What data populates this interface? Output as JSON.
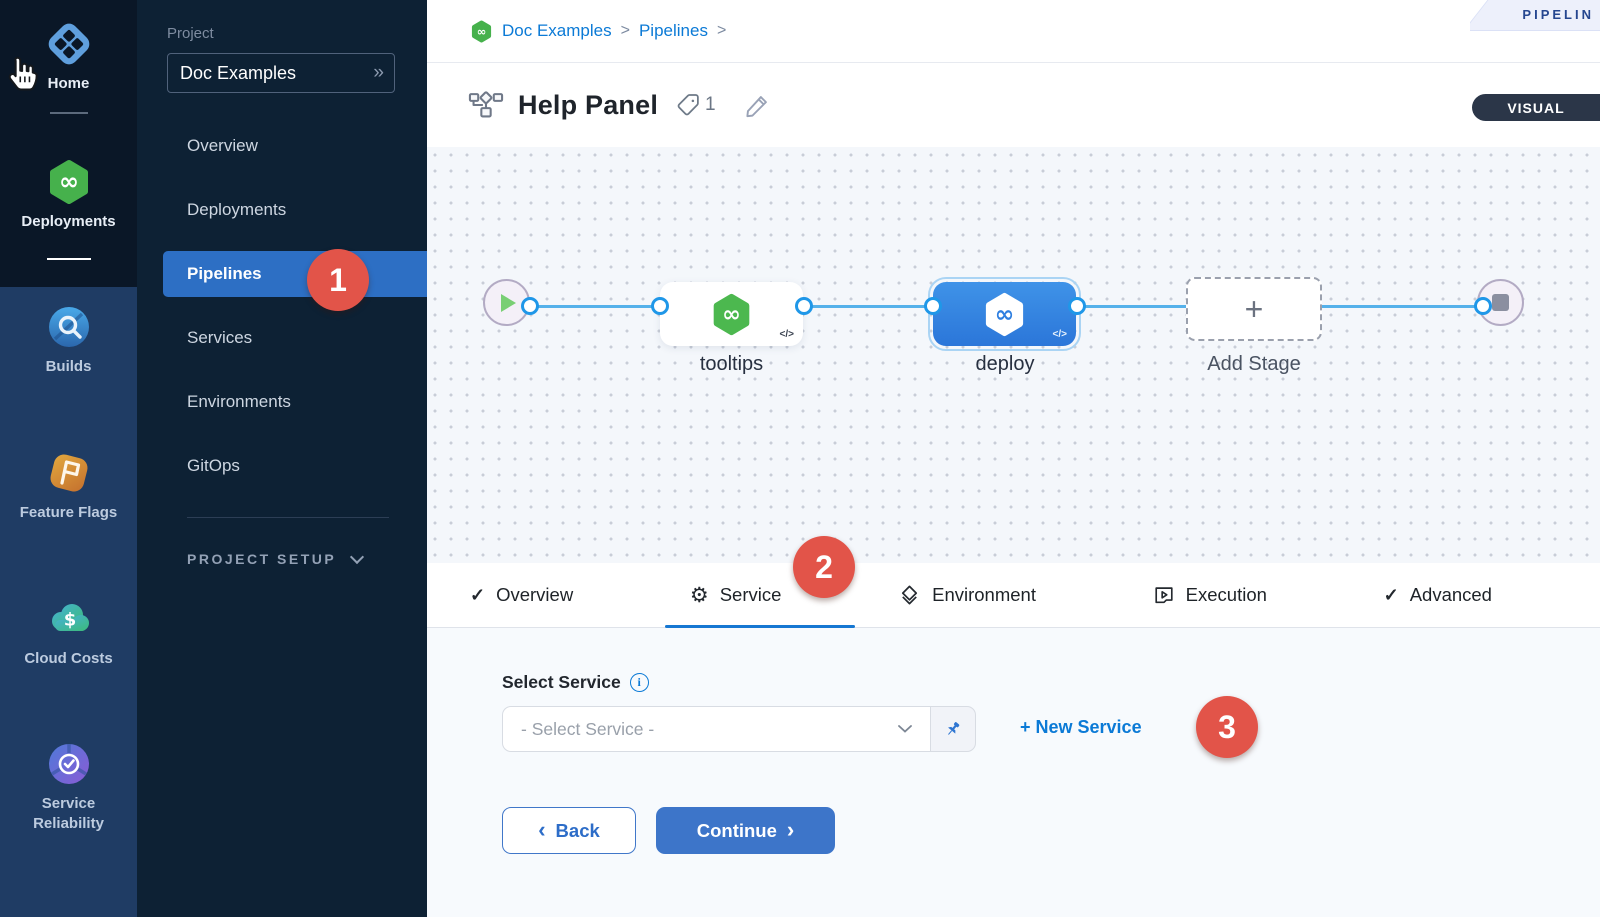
{
  "module_nav": {
    "items": [
      {
        "label": "Home"
      },
      {
        "label": "Deployments"
      },
      {
        "label": "Builds"
      },
      {
        "label": "Feature Flags"
      },
      {
        "label": "Cloud Costs"
      },
      {
        "label": "Service Reliability"
      }
    ]
  },
  "project_nav": {
    "section_label": "Project",
    "project_name": "Doc Examples",
    "items": [
      {
        "label": "Overview"
      },
      {
        "label": "Deployments"
      },
      {
        "label": "Pipelines",
        "badge": "1"
      },
      {
        "label": "Services"
      },
      {
        "label": "Environments"
      },
      {
        "label": "GitOps"
      }
    ],
    "setup_label": "PROJECT SETUP"
  },
  "header": {
    "breadcrumb_project": "Doc Examples",
    "breadcrumb_page": "Pipelines",
    "banner_label": "PIPELIN",
    "title": "Help Panel",
    "tag_count": "1",
    "view_toggle": "VISUAL"
  },
  "canvas": {
    "stage1_name": "tooltips",
    "stage2_name": "deploy",
    "add_stage_label": "Add Stage"
  },
  "tabs": {
    "overview": "Overview",
    "service": "Service",
    "service_badge": "2",
    "environment": "Environment",
    "execution": "Execution",
    "advanced": "Advanced"
  },
  "form": {
    "label": "Select Service",
    "placeholder": "- Select Service -",
    "new_service": "+ New Service",
    "new_service_badge": "3",
    "back": "Back",
    "continue": "Continue"
  },
  "icons": {
    "infinity": "∞",
    "dollar": "$",
    "double_chevron": "»",
    "breadcrumb_separator": ">",
    "check": "✓",
    "gear": "⚙",
    "plus": "+",
    "code": "</>",
    "back_chevron": "‹",
    "continue_chevron": "›"
  },
  "colors": {
    "accent_blue": "#0b7ad6",
    "active_nav_blue": "#2d6fc4",
    "annotation_red": "#e25449",
    "harness_green": "#46b14c",
    "selected_stage_blue": "#2f7fe0"
  }
}
